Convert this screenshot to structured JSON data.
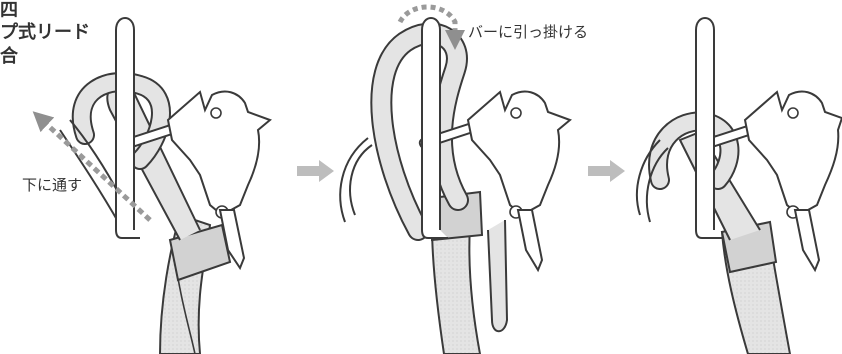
{
  "title_lines": [
    "四",
    "プ式リード",
    "合"
  ],
  "step1_label": "下に通す",
  "step2_label": "バーに引っ掛ける",
  "colors": {
    "outline": "#3a3a3a",
    "rope_fill": "#e6e6e6",
    "metal_fill": "#ffffff",
    "arrow": "#9a9a9a",
    "step_arrow": "#b3b3b3"
  },
  "icons": {
    "step_arrow": "right-arrow-icon",
    "guide_arrow": "dotted-arrow-icon",
    "loop_arrow": "circular-arrow-icon"
  }
}
